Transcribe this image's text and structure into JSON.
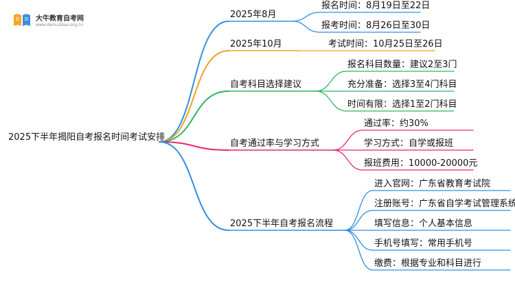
{
  "logo": {
    "title": "大牛教育自考网",
    "url": "www.daniuzikao.org.cn",
    "icon": "book-icon",
    "colors": {
      "orange": "#f5a623",
      "blue": "#3a8fd8"
    }
  },
  "root": "2025下半年揭阳自考报名时间考试安排",
  "branches": [
    {
      "label": "2025年8月",
      "color": "#2f8fe0",
      "children": [
        "报名时间：8月19日至22日",
        "报考时间：8月26日至30日"
      ]
    },
    {
      "label": "2025年10月",
      "color": "#f0a020",
      "children": [
        "考试时间：10月25日至26日"
      ]
    },
    {
      "label": "自考科目选择建议",
      "color": "#2bb360",
      "children": [
        "报名科目数量：建议2至3门",
        "充分准备：选择3至4门科目",
        "时间有限：选择1至2门科目"
      ]
    },
    {
      "label": "自考通过率与学习方式",
      "color": "#e8236d",
      "children": [
        "通过率：约30%",
        "学习方式：自学或报班",
        "报班费用：10000-20000元"
      ]
    },
    {
      "label": "2025下半年自考报名流程",
      "color": "#2f8fe0",
      "children": [
        "进入官网：广东省教育考试院",
        "注册账号：广东省自学考试管理系统",
        "填写信息：个人基本信息",
        "手机号填写：常用手机号",
        "缴费：根据专业和科目进行"
      ]
    }
  ]
}
